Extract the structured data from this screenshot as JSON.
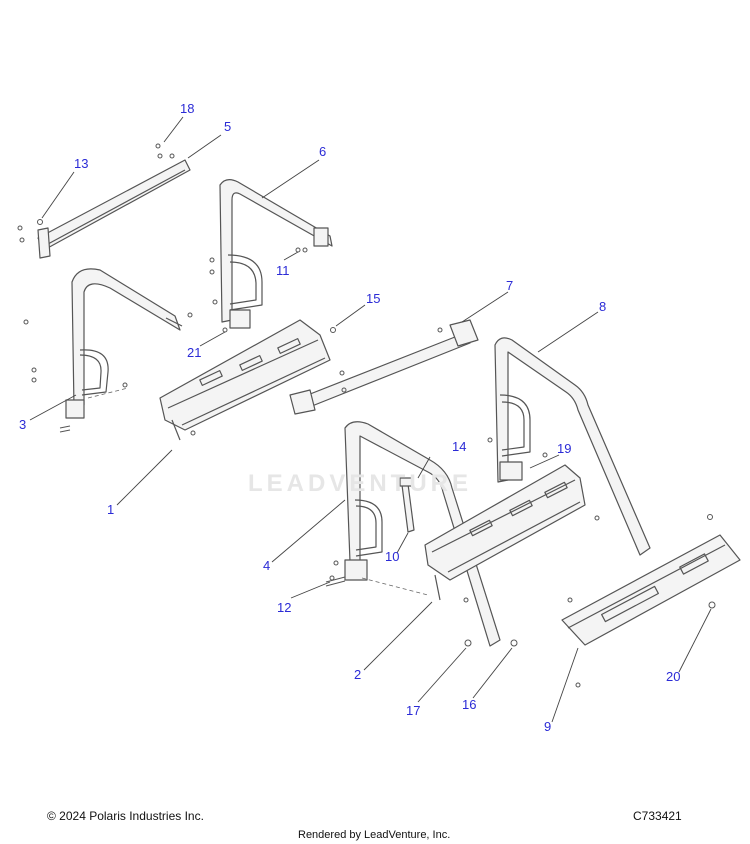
{
  "callouts": {
    "n1": "1",
    "n2": "2",
    "n3": "3",
    "n4": "4",
    "n5": "5",
    "n6": "6",
    "n7": "7",
    "n8": "8",
    "n9": "9",
    "n10": "10",
    "n11": "11",
    "n12": "12",
    "n13": "13",
    "n14": "14",
    "n15": "15",
    "n16": "16",
    "n17": "17",
    "n18": "18",
    "n19": "19",
    "n20": "20",
    "n21": "21"
  },
  "footer": {
    "copyright": "© 2024 Polaris Industries Inc.",
    "diagram_code": "C733421",
    "rendered_by": "Rendered by LeadVenture, Inc."
  },
  "watermark": "LEADVENTURE",
  "colors": {
    "callout": "#2b2bd6",
    "line": "#444444",
    "part_fill": "#f4f4f4"
  }
}
